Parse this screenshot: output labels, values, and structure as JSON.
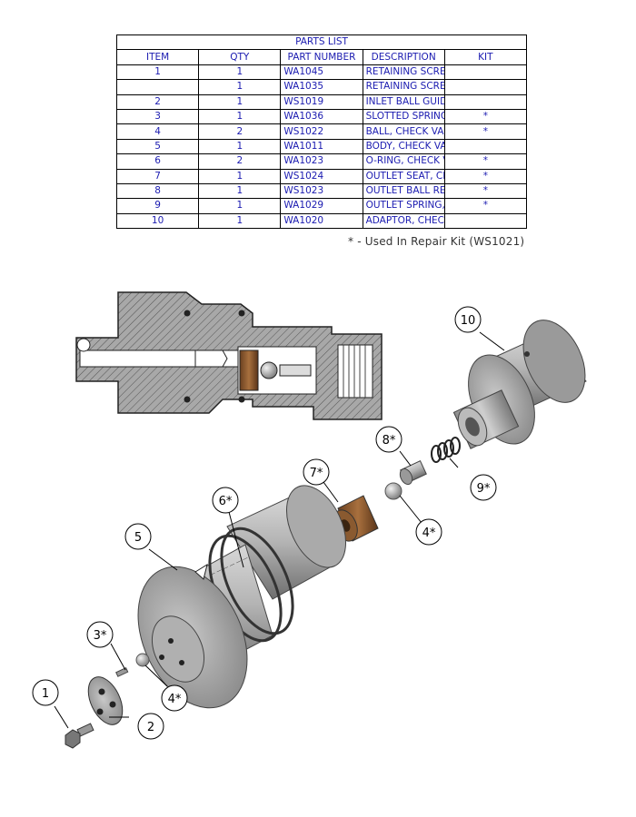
{
  "parts_list": {
    "title": "PARTS LIST",
    "headers": [
      "ITEM",
      "QTY",
      "PART NUMBER",
      "DESCRIPTION",
      "KIT"
    ],
    "rows": [
      {
        "item": "1",
        "qty": "1",
        "part_number": "WA1045",
        "description": "RETAINING SCREW, CHECK VALVE, HEX HEAD, SS",
        "kit": ""
      },
      {
        "item": "",
        "qty": "1",
        "part_number": "WA1035",
        "description": "RETAINING SCREW, CHECK VALVE, BHCS, SS",
        "kit": ""
      },
      {
        "item": "2",
        "qty": "1",
        "part_number": "WS1019",
        "description": "INLET BALL GUIDE, CHECK VALVE",
        "kit": ""
      },
      {
        "item": "3",
        "qty": "1",
        "part_number": "WA1036",
        "description": "SLOTTED SPRING PIN, CHECK VALVE BODY",
        "kit": "*"
      },
      {
        "item": "4",
        "qty": "2",
        "part_number": "WS1022",
        "description": "BALL, CHECK VALVE",
        "kit": "*"
      },
      {
        "item": "5",
        "qty": "1",
        "part_number": "WA1011",
        "description": "BODY, CHECK VALVE",
        "kit": ""
      },
      {
        "item": "6",
        "qty": "2",
        "part_number": "WA1023",
        "description": "O-RING, CHECK VALVE",
        "kit": "*"
      },
      {
        "item": "7",
        "qty": "1",
        "part_number": "WS1024",
        "description": "OUTLET SEAT, CHECK VALVE",
        "kit": "*"
      },
      {
        "item": "8",
        "qty": "1",
        "part_number": "WS1023",
        "description": "OUTLET BALL RETAINER, CHECK VALVE",
        "kit": "*"
      },
      {
        "item": "9",
        "qty": "1",
        "part_number": "WA1029",
        "description": "OUTLET SPRING, CHECK VALVE",
        "kit": "*"
      },
      {
        "item": "10",
        "qty": "1",
        "part_number": "WA1020",
        "description": "ADAPTOR, CHECK VALVE",
        "kit": ""
      }
    ]
  },
  "footnote": "* - Used In Repair Kit (WS1021)",
  "callouts": [
    "1",
    "2",
    "3*",
    "4*",
    "4*",
    "5",
    "6*",
    "7*",
    "8*",
    "9*",
    "10"
  ],
  "colors": {
    "table_text": "#1a1ab0",
    "metal": "#9a9a9a",
    "seat_bronze": "#8a5a30",
    "section_hatch": "#7a7a7a"
  }
}
